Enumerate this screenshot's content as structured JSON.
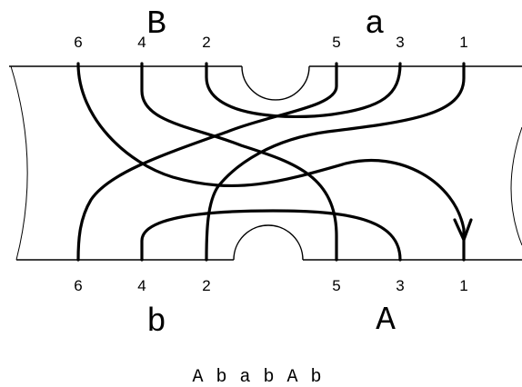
{
  "top": {
    "numbers": [
      "6",
      "4",
      "2",
      "5",
      "3",
      "1"
    ],
    "letters": {
      "left": "B",
      "right": "a"
    }
  },
  "bottom": {
    "numbers": [
      "6",
      "4",
      "2",
      "5",
      "3",
      "1"
    ],
    "letters": {
      "left": "b",
      "right": "A"
    }
  },
  "word": "A b a b A b"
}
